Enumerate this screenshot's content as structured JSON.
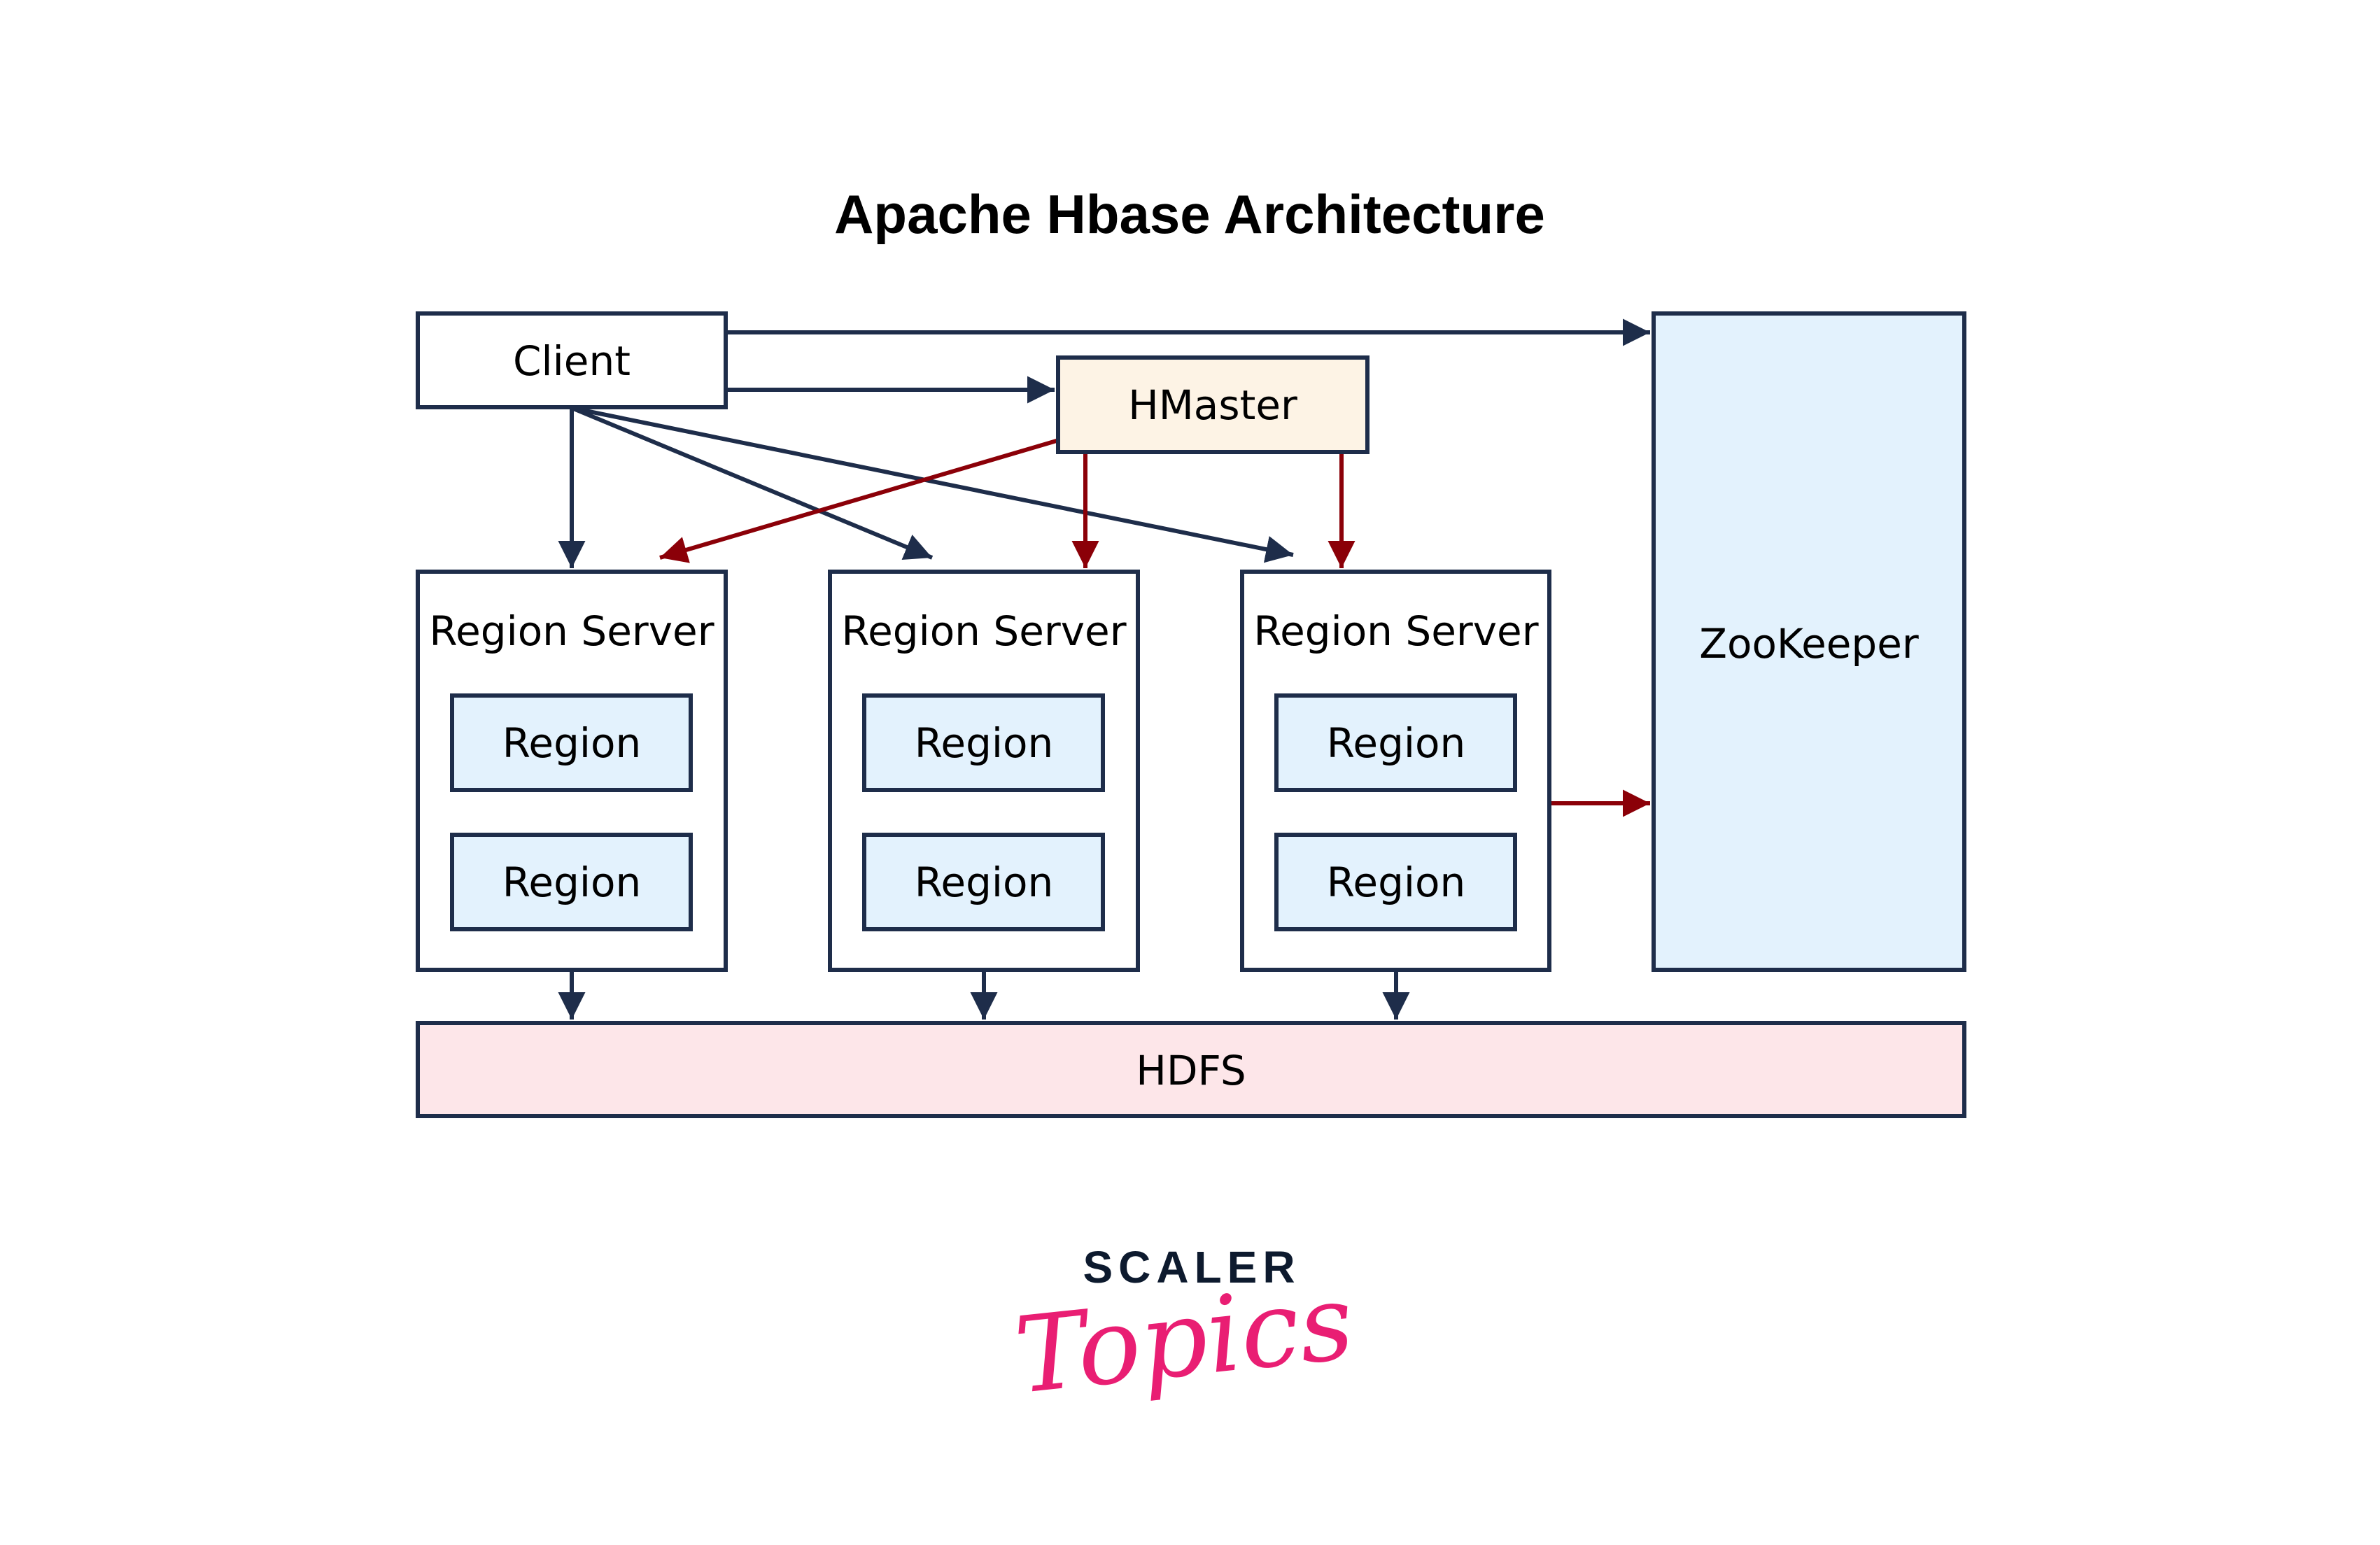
{
  "title": "Apache Hbase Architecture",
  "colors": {
    "stroke": "#1e2d4a",
    "client_edge": "#1e2d4a",
    "master_edge": "#8b0008",
    "hmaster_fill": "#fdf3e5",
    "zookeeper_fill": "#e3f2fd",
    "region_fill": "#e3f2fd",
    "hdfs_fill": "#fde6e9",
    "logo_dark": "#0d1a2e",
    "logo_pink": "#e91e73"
  },
  "nodes": {
    "client": "Client",
    "hmaster": "HMaster",
    "zookeeper": "ZooKeeper",
    "hdfs": "HDFS",
    "region_servers": [
      {
        "label": "Region Server",
        "regions": [
          "Region",
          "Region"
        ]
      },
      {
        "label": "Region Server",
        "regions": [
          "Region",
          "Region"
        ]
      },
      {
        "label": "Region Server",
        "regions": [
          "Region",
          "Region"
        ]
      }
    ]
  },
  "edges": [
    {
      "from": "client",
      "to": "zookeeper",
      "type": "client"
    },
    {
      "from": "client",
      "to": "hmaster",
      "type": "client"
    },
    {
      "from": "client",
      "to": "region_server_1",
      "type": "client"
    },
    {
      "from": "client",
      "to": "region_server_2",
      "type": "client"
    },
    {
      "from": "client",
      "to": "region_server_3",
      "type": "client"
    },
    {
      "from": "hmaster",
      "to": "region_server_1",
      "type": "master"
    },
    {
      "from": "hmaster",
      "to": "region_server_2",
      "type": "master"
    },
    {
      "from": "hmaster",
      "to": "region_server_3",
      "type": "master"
    },
    {
      "from": "region_server_3",
      "to": "zookeeper",
      "type": "master"
    },
    {
      "from": "region_server_1",
      "to": "hdfs",
      "type": "client"
    },
    {
      "from": "region_server_2",
      "to": "hdfs",
      "type": "client"
    },
    {
      "from": "region_server_3",
      "to": "hdfs",
      "type": "client"
    }
  ],
  "logo": {
    "line1": "SCALER",
    "line2": "Topics"
  }
}
